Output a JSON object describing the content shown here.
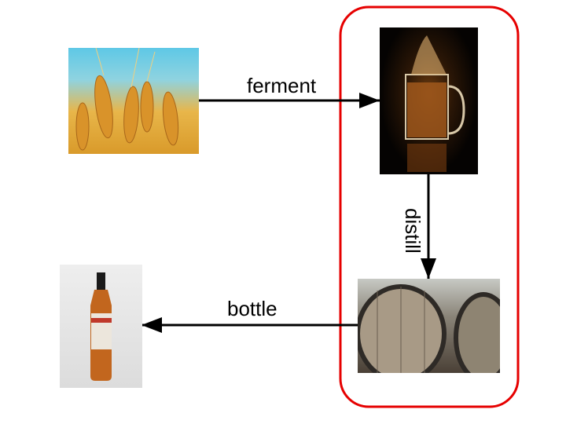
{
  "diagram": {
    "steps": [
      {
        "id": "wheat",
        "image": "wheat-field"
      },
      {
        "id": "beer",
        "image": "beer-mug-splash"
      },
      {
        "id": "barrels",
        "image": "wooden-barrels"
      },
      {
        "id": "bottle",
        "image": "whisky-bottle"
      }
    ],
    "edges": [
      {
        "from": "wheat",
        "to": "beer",
        "label": "ferment"
      },
      {
        "from": "beer",
        "to": "barrels",
        "label": "distill"
      },
      {
        "from": "barrels",
        "to": "bottle",
        "label": "bottle"
      }
    ],
    "highlight_color": "#e60000"
  }
}
